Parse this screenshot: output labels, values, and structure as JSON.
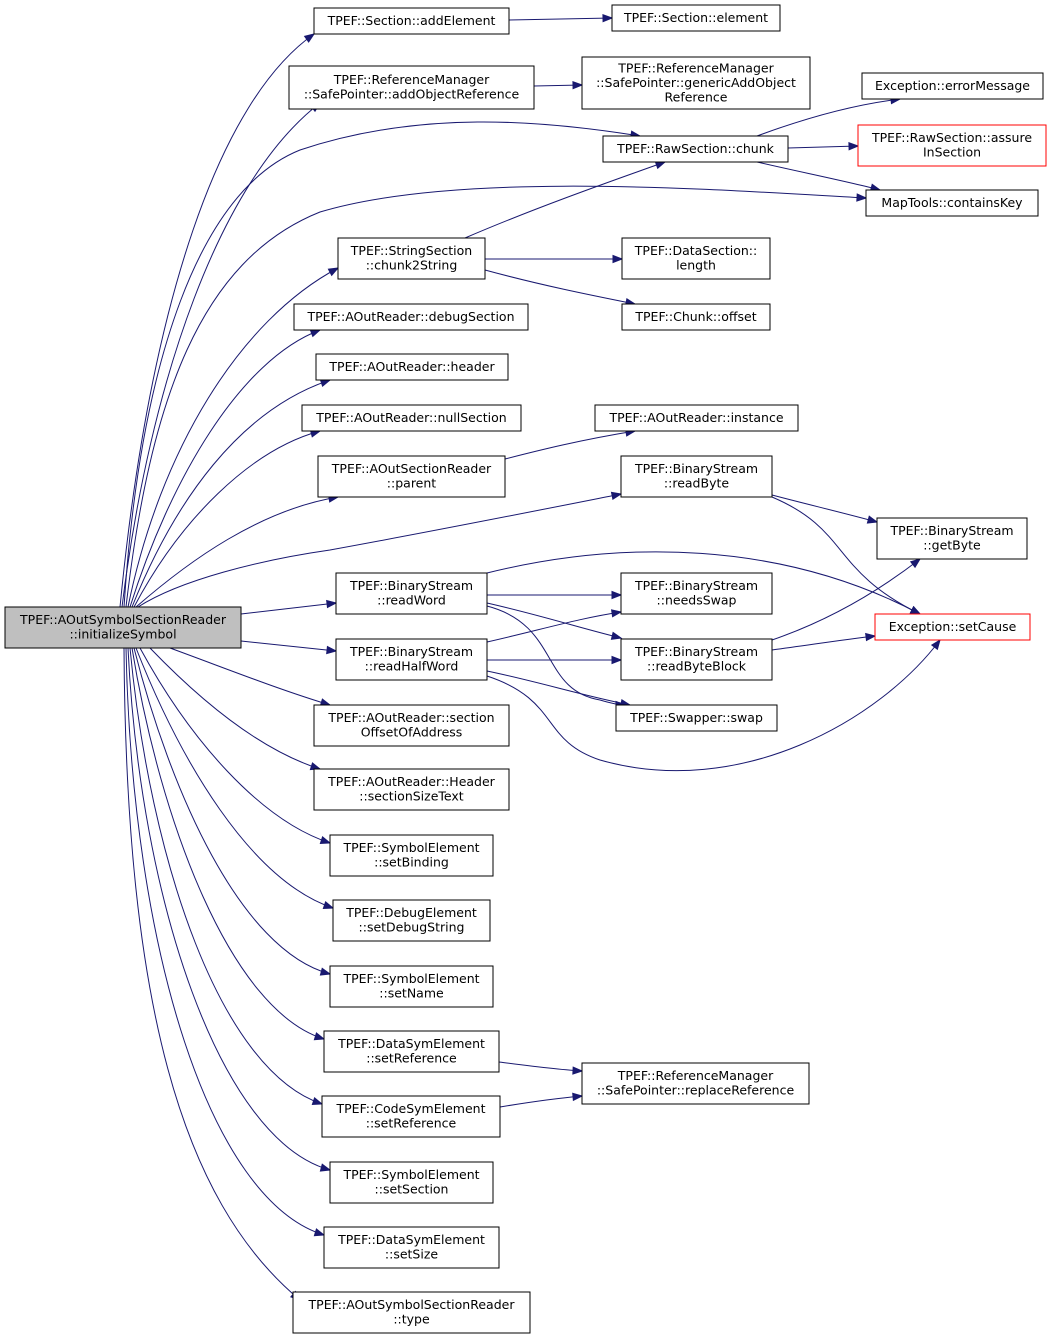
{
  "diagram": {
    "nodes": [
      {
        "id": "root",
        "lines": [
          "TPEF::AOutSymbolSectionReader",
          "::initializeSymbol"
        ],
        "style": "root"
      },
      {
        "id": "addElement",
        "lines": [
          "TPEF::Section::addElement"
        ],
        "style": "normal"
      },
      {
        "id": "element",
        "lines": [
          "TPEF::Section::element"
        ],
        "style": "normal"
      },
      {
        "id": "addObjRef",
        "lines": [
          "TPEF::ReferenceManager",
          "::SafePointer::addObjectReference"
        ],
        "style": "normal"
      },
      {
        "id": "genericAdd",
        "lines": [
          "TPEF::ReferenceManager",
          "::SafePointer::genericAddObject",
          "Reference"
        ],
        "style": "normal"
      },
      {
        "id": "errorMessage",
        "lines": [
          "Exception::errorMessage"
        ],
        "style": "normal"
      },
      {
        "id": "chunk",
        "lines": [
          "TPEF::RawSection::chunk"
        ],
        "style": "normal"
      },
      {
        "id": "assure",
        "lines": [
          "TPEF::RawSection::assure",
          "InSection"
        ],
        "style": "external"
      },
      {
        "id": "containsKey",
        "lines": [
          "MapTools::containsKey"
        ],
        "style": "normal"
      },
      {
        "id": "chunk2String",
        "lines": [
          "TPEF::StringSection",
          "::chunk2String"
        ],
        "style": "normal"
      },
      {
        "id": "length",
        "lines": [
          "TPEF::DataSection::",
          "length"
        ],
        "style": "normal"
      },
      {
        "id": "offset",
        "lines": [
          "TPEF::Chunk::offset"
        ],
        "style": "normal"
      },
      {
        "id": "debugSection",
        "lines": [
          "TPEF::AOutReader::debugSection"
        ],
        "style": "normal"
      },
      {
        "id": "header",
        "lines": [
          "TPEF::AOutReader::header"
        ],
        "style": "normal"
      },
      {
        "id": "nullSection",
        "lines": [
          "TPEF::AOutReader::nullSection"
        ],
        "style": "normal"
      },
      {
        "id": "instance",
        "lines": [
          "TPEF::AOutReader::instance"
        ],
        "style": "normal"
      },
      {
        "id": "parent",
        "lines": [
          "TPEF::AOutSectionReader",
          "::parent"
        ],
        "style": "normal"
      },
      {
        "id": "readByte",
        "lines": [
          "TPEF::BinaryStream",
          "::readByte"
        ],
        "style": "normal"
      },
      {
        "id": "getByte",
        "lines": [
          "TPEF::BinaryStream",
          "::getByte"
        ],
        "style": "normal"
      },
      {
        "id": "readWord",
        "lines": [
          "TPEF::BinaryStream",
          "::readWord"
        ],
        "style": "normal"
      },
      {
        "id": "needsSwap",
        "lines": [
          "TPEF::BinaryStream",
          "::needsSwap"
        ],
        "style": "normal"
      },
      {
        "id": "setCause",
        "lines": [
          "Exception::setCause"
        ],
        "style": "external"
      },
      {
        "id": "readHalfWord",
        "lines": [
          "TPEF::BinaryStream",
          "::readHalfWord"
        ],
        "style": "normal"
      },
      {
        "id": "readByteBlock",
        "lines": [
          "TPEF::BinaryStream",
          "::readByteBlock"
        ],
        "style": "normal"
      },
      {
        "id": "swap",
        "lines": [
          "TPEF::Swapper::swap"
        ],
        "style": "normal"
      },
      {
        "id": "secOffAddr",
        "lines": [
          "TPEF::AOutReader::section",
          "OffsetOfAddress"
        ],
        "style": "normal"
      },
      {
        "id": "secSizeText",
        "lines": [
          "TPEF::AOutReader::Header",
          "::sectionSizeText"
        ],
        "style": "normal"
      },
      {
        "id": "setBinding",
        "lines": [
          "TPEF::SymbolElement",
          "::setBinding"
        ],
        "style": "normal"
      },
      {
        "id": "setDebugString",
        "lines": [
          "TPEF::DebugElement",
          "::setDebugString"
        ],
        "style": "normal"
      },
      {
        "id": "setName",
        "lines": [
          "TPEF::SymbolElement",
          "::setName"
        ],
        "style": "normal"
      },
      {
        "id": "dataSetRef",
        "lines": [
          "TPEF::DataSymElement",
          "::setReference"
        ],
        "style": "normal"
      },
      {
        "id": "replaceRef",
        "lines": [
          "TPEF::ReferenceManager",
          "::SafePointer::replaceReference"
        ],
        "style": "normal"
      },
      {
        "id": "codeSetRef",
        "lines": [
          "TPEF::CodeSymElement",
          "::setReference"
        ],
        "style": "normal"
      },
      {
        "id": "setSection",
        "lines": [
          "TPEF::SymbolElement",
          "::setSection"
        ],
        "style": "normal"
      },
      {
        "id": "setSize",
        "lines": [
          "TPEF::DataSymElement",
          "::setSize"
        ],
        "style": "normal"
      },
      {
        "id": "type",
        "lines": [
          "TPEF::AOutSymbolSectionReader",
          "::type"
        ],
        "style": "normal"
      }
    ],
    "edges": [
      [
        "root",
        "addElement"
      ],
      [
        "root",
        "addObjRef"
      ],
      [
        "root",
        "chunk"
      ],
      [
        "root",
        "containsKey"
      ],
      [
        "root",
        "chunk2String"
      ],
      [
        "root",
        "debugSection"
      ],
      [
        "root",
        "header"
      ],
      [
        "root",
        "nullSection"
      ],
      [
        "root",
        "parent"
      ],
      [
        "root",
        "readByte"
      ],
      [
        "root",
        "readWord"
      ],
      [
        "root",
        "readHalfWord"
      ],
      [
        "root",
        "secOffAddr"
      ],
      [
        "root",
        "secSizeText"
      ],
      [
        "root",
        "setBinding"
      ],
      [
        "root",
        "setDebugString"
      ],
      [
        "root",
        "setName"
      ],
      [
        "root",
        "dataSetRef"
      ],
      [
        "root",
        "codeSetRef"
      ],
      [
        "root",
        "setSection"
      ],
      [
        "root",
        "setSize"
      ],
      [
        "root",
        "type"
      ],
      [
        "addElement",
        "element"
      ],
      [
        "addObjRef",
        "genericAdd"
      ],
      [
        "chunk",
        "errorMessage"
      ],
      [
        "chunk",
        "assure"
      ],
      [
        "chunk",
        "containsKey"
      ],
      [
        "chunk2String",
        "chunk"
      ],
      [
        "chunk2String",
        "length"
      ],
      [
        "chunk2String",
        "offset"
      ],
      [
        "parent",
        "instance"
      ],
      [
        "readByte",
        "getByte"
      ],
      [
        "readByte",
        "setCause"
      ],
      [
        "readWord",
        "needsSwap"
      ],
      [
        "readWord",
        "readByteBlock"
      ],
      [
        "readWord",
        "swap"
      ],
      [
        "readWord",
        "setCause"
      ],
      [
        "readHalfWord",
        "needsSwap"
      ],
      [
        "readHalfWord",
        "readByteBlock"
      ],
      [
        "readHalfWord",
        "swap"
      ],
      [
        "readHalfWord",
        "setCause"
      ],
      [
        "readByteBlock",
        "getByte"
      ],
      [
        "readByteBlock",
        "setCause"
      ],
      [
        "dataSetRef",
        "replaceRef"
      ],
      [
        "codeSetRef",
        "replaceRef"
      ]
    ]
  }
}
